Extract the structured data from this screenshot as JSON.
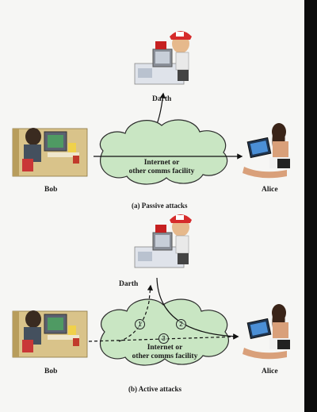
{
  "passive": {
    "darth": "Darth",
    "bob": "Bob",
    "alice": "Alice",
    "cloud_line1": "Internet or",
    "cloud_line2": "other comms facility",
    "caption": "(a) Passive attacks"
  },
  "active": {
    "darth": "Darth",
    "bob": "Bob",
    "alice": "Alice",
    "cloud_line1": "Internet or",
    "cloud_line2": "other comms facility",
    "caption": "(b) Active attacks",
    "markers": [
      "1",
      "2",
      "3"
    ]
  },
  "colors": {
    "cloud_fill": "#c9e6c3",
    "background": "#f6f6f4",
    "sidebar": "#0c0c0c"
  }
}
